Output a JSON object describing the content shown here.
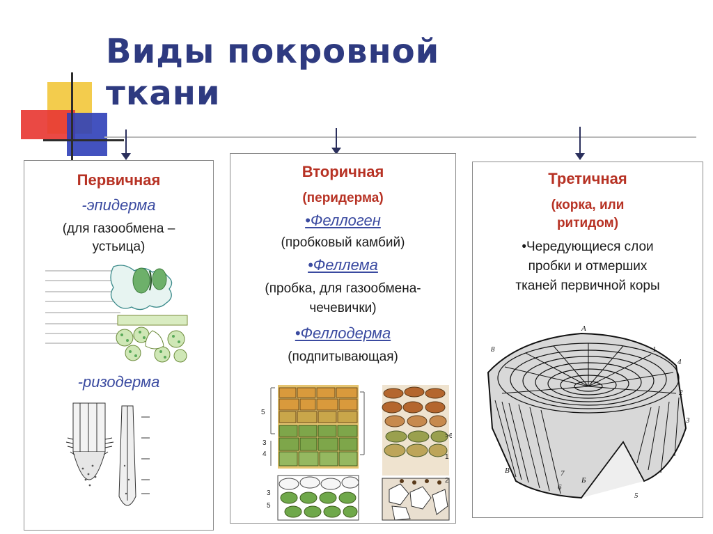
{
  "title": {
    "line1": "Виды покровной",
    "line2": "ткани"
  },
  "colors": {
    "title": "#2e3a80",
    "heading": "#b73224",
    "link": "#3a4aa0",
    "text": "#1a1a1a"
  },
  "primary": {
    "heading": "Первичная",
    "epidermis": "-эпидерма",
    "epidermis_note_1": "(для газообмена –",
    "epidermis_note_2": "устьица)",
    "rhizodermis": "-ризодерма"
  },
  "secondary": {
    "heading": "Вторичная",
    "subheading": "(перидерма)",
    "phellogen": "•Феллоген",
    "phellogen_note": "(пробковый камбий)",
    "phellem": "•Феллема",
    "phellem_note_1": "(пробка, для газообмена-",
    "phellem_note_2": "чечевички)",
    "phelloderm": "•Феллодерма",
    "phelloderm_note": "(подпитывающая)",
    "figure_labels": {
      "l5a": "5",
      "l3a": "3",
      "l4a": "4",
      "l3b": "3",
      "l5b": "5",
      "l6": ">6",
      "l1": "1",
      "l2": "2"
    }
  },
  "tertiary": {
    "heading": "Третичная",
    "sub_1": "(корка, или",
    "sub_2": "ритидом)",
    "desc_1": "•Чередующиеся слои",
    "desc_2": "пробки и отмерших",
    "desc_3": "тканей первичной коры",
    "figure_labels": {
      "a": "A",
      "n8": "8",
      "n1": "1",
      "n4": "4",
      "n2": "2",
      "n3": "3",
      "n7": "7",
      "n6": "6",
      "n5": "5",
      "b": "Б",
      "v": "В"
    }
  }
}
